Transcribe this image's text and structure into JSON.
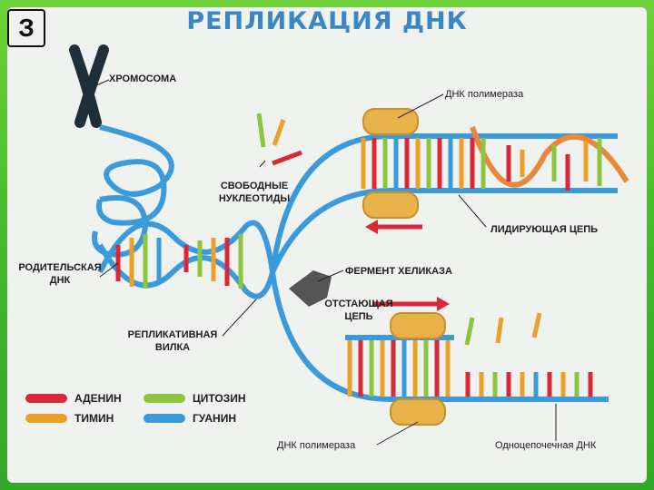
{
  "logo_text": "З",
  "title": "РЕПЛИКАЦИЯ ДНК",
  "labels": {
    "chromosome": "ХРОМОСОМА",
    "dna_polymerase_top": "ДНК полимераза",
    "free_nucleotides_1": "СВОБОДНЫЕ",
    "free_nucleotides_2": "НУКЛЕОТИДЫ",
    "leading_strand": "ЛИДИРУЮЩАЯ ЦЕПЬ",
    "parent_dna_1": "РОДИТЕЛЬСКАЯ",
    "parent_dna_2": "ДНК",
    "helicase": "ФЕРМЕНТ ХЕЛИКАЗА",
    "lagging_strand_1": "ОТСТАЮЩАЯ",
    "lagging_strand_2": "ЦЕПЬ",
    "replication_fork_1": "РЕПЛИКАТИВНАЯ",
    "replication_fork_2": "ВИЛКА",
    "dna_polymerase_bottom": "ДНК полимераза",
    "single_strand_dna": "Одноцепочечная ДНК"
  },
  "legend": [
    {
      "label": "АДЕНИН",
      "color": "#d8283a"
    },
    {
      "label": "ТИМИН",
      "color": "#eaa02a"
    },
    {
      "label": "ЦИТОЗИН",
      "color": "#8cc63f"
    },
    {
      "label": "ГУАНИН",
      "color": "#3b9ad9"
    }
  ],
  "colors": {
    "backbone": "#3b9ad9",
    "orange_strand": "#e9873a",
    "polymerase": "#e8b24a",
    "helicase": "#555555",
    "arrow": "#d8283a"
  }
}
